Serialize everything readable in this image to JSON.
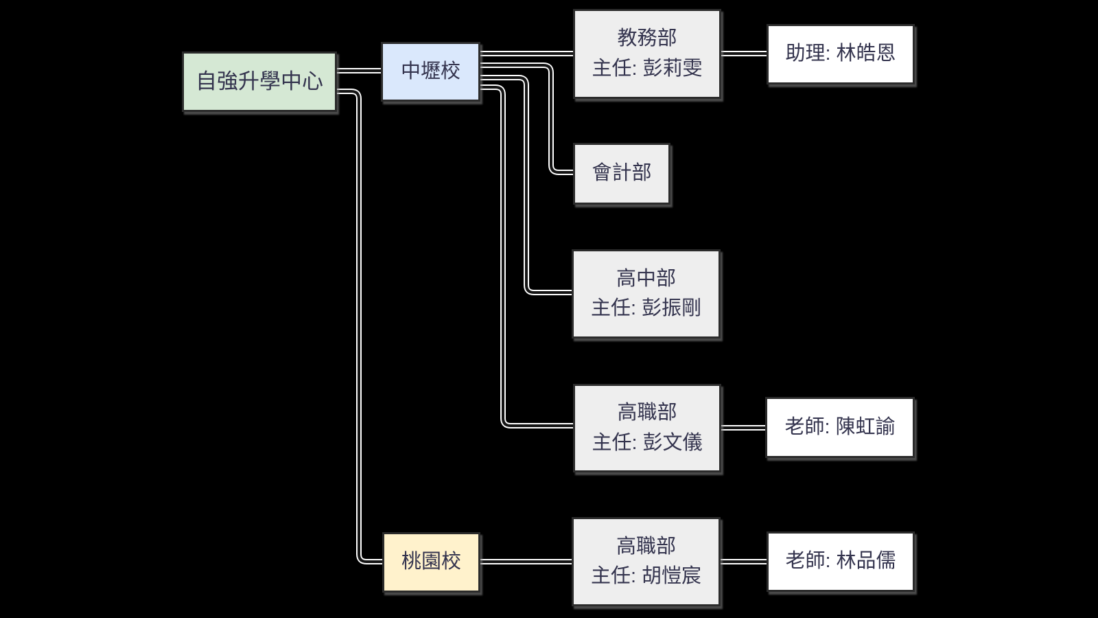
{
  "diagram_title": "organization-chart",
  "nodes": {
    "root": {
      "label": "自強升學中心"
    },
    "campus_zhongli": {
      "label": "中壢校"
    },
    "dept_academic": {
      "line1": "教務部",
      "line2": "主任: 彭莉雯"
    },
    "person_assistant": {
      "label": "助理: 林皓恩"
    },
    "dept_accounting": {
      "label": "會計部"
    },
    "dept_senior_high": {
      "line1": "高中部",
      "line2": "主任: 彭振剛"
    },
    "dept_vocational_zhongli": {
      "line1": "高職部",
      "line2": "主任: 彭文儀"
    },
    "person_teacher_chen": {
      "label": "老師: 陳虹諭"
    },
    "campus_taoyuan": {
      "label": "桃園校"
    },
    "dept_vocational_taoyuan": {
      "line1": "高職部",
      "line2": "主任: 胡愷宸"
    },
    "person_teacher_lin": {
      "label": "老師: 林品儒"
    }
  },
  "edges": [
    {
      "from": "自強升學中心",
      "to": "中壢校"
    },
    {
      "from": "自強升學中心",
      "to": "桃園校"
    },
    {
      "from": "中壢校",
      "to": "教務部"
    },
    {
      "from": "中壢校",
      "to": "會計部"
    },
    {
      "from": "中壢校",
      "to": "高中部"
    },
    {
      "from": "中壢校",
      "to": "高職部 (彭文儀)"
    },
    {
      "from": "教務部",
      "to": "助理: 林皓恩"
    },
    {
      "from": "高職部 (彭文儀)",
      "to": "老師: 陳虹諭"
    },
    {
      "from": "桃園校",
      "to": "高職部 (胡愷宸)"
    },
    {
      "from": "高職部 (胡愷宸)",
      "to": "老師: 林品儒"
    }
  ],
  "colors": {
    "background": "#000000",
    "root_fill": "#d5e8d4",
    "campus_zhongli_fill": "#dae8fc",
    "campus_taoyuan_fill": "#fff2cc",
    "department_fill": "#eeeeee",
    "person_fill": "#ffffff",
    "border": "#2b2b2b",
    "text": "#34344e",
    "edge": "#141414",
    "edge_halo": "#ffffff"
  }
}
